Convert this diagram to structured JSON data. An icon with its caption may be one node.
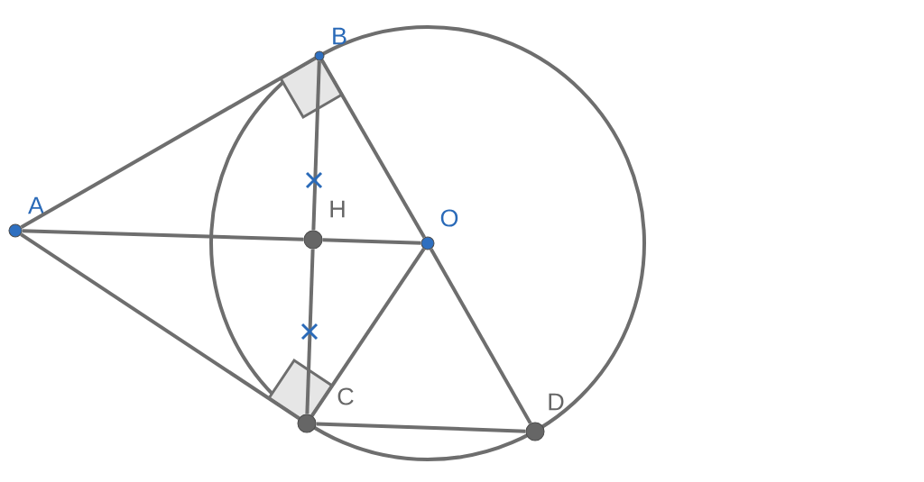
{
  "diagram": {
    "nodes": [
      {
        "text": [
          "A"
        ]
      },
      {
        "text": [
          "B"
        ]
      },
      {
        "text": [
          "H"
        ]
      },
      {
        "text": [
          "O"
        ]
      },
      {
        "text": [
          "C"
        ]
      },
      {
        "text": [
          "D"
        ]
      }
    ],
    "edges": [
      {
        "from": 0,
        "to": 1,
        "arrow": "none"
      },
      {
        "from": 0,
        "to": 2,
        "arrow": "none"
      },
      {
        "from": 2,
        "to": 3,
        "arrow": "none"
      },
      {
        "from": 0,
        "to": 4,
        "arrow": "none"
      },
      {
        "from": 1,
        "to": 2,
        "arrow": "none"
      },
      {
        "from": 2,
        "to": 4,
        "arrow": "none"
      },
      {
        "from": 1,
        "to": 3,
        "arrow": "none"
      },
      {
        "from": 3,
        "to": 5,
        "arrow": "none"
      },
      {
        "from": 3,
        "to": 4,
        "arrow": "none"
      },
      {
        "from": 4,
        "to": 5,
        "arrow": "none"
      }
    ]
  }
}
